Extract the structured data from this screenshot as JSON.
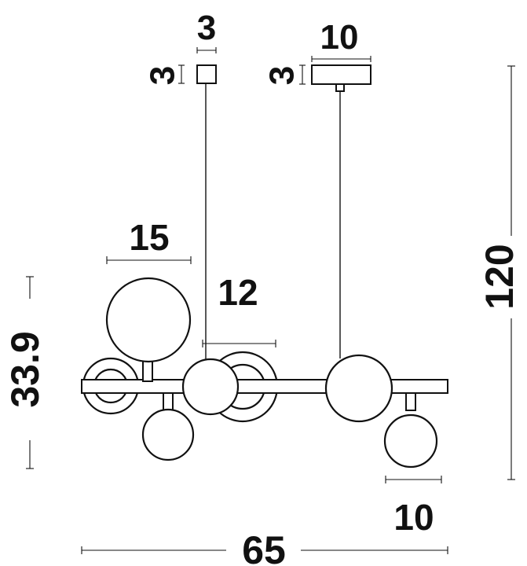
{
  "dimensions": {
    "canopy_small_width": "3",
    "canopy_small_height": "3",
    "canopy_large_width": "10",
    "canopy_large_height": "3",
    "top_globe_diameter": "15",
    "center_globe_diameter": "12",
    "total_height": "120",
    "body_height": "33.9",
    "total_width": "65",
    "bottom_globe_diameter": "10"
  },
  "colors": {
    "line": "#111111",
    "background": "#ffffff"
  }
}
